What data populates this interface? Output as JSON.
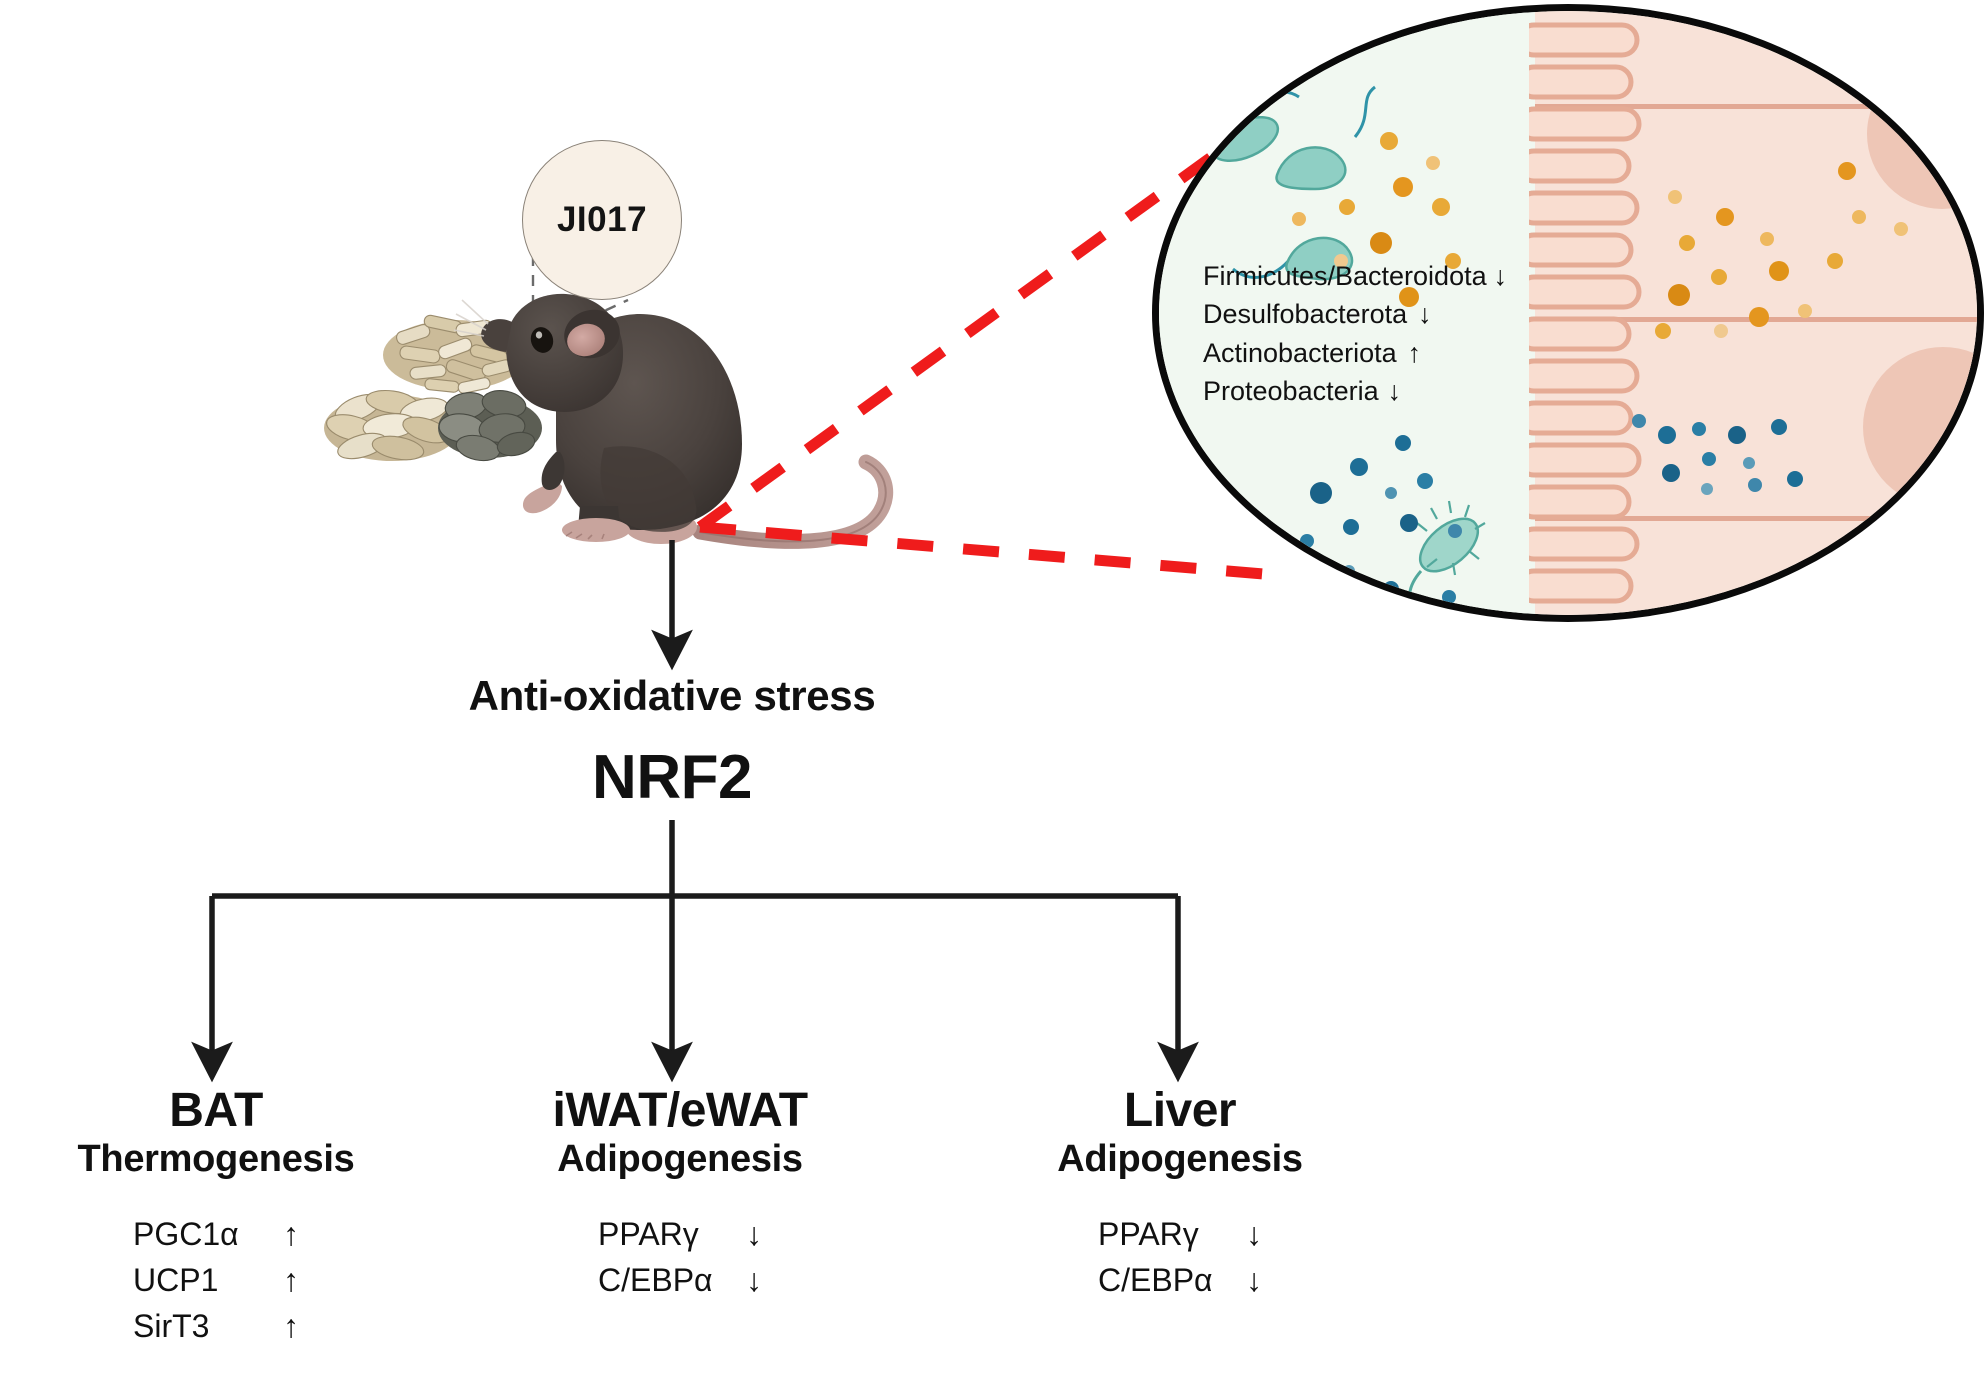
{
  "figure": {
    "type": "scientific-mechanism-diagram",
    "background": "#ffffff"
  },
  "callout": {
    "label": "JI017",
    "shape": "circle",
    "fill_color": "#f8f0e6",
    "border_color": "#8a8278",
    "connector": "dashed-gray-pointer-to-herb-pile"
  },
  "specimen": {
    "animal": "mouse",
    "herb_piles": 3,
    "herb_colors": [
      "#d8c9ab",
      "#e3d6bd",
      "#6d6e64"
    ]
  },
  "pathway": {
    "anti_oxidative_stress": "Anti-oxidative stress",
    "nrf2": "NRF2",
    "arrow_color": "#1b1b1b"
  },
  "organs": [
    {
      "id": "bat",
      "title": "BAT",
      "subtitle": "Thermogenesis",
      "genes": [
        {
          "name": "PGC1α",
          "direction": "↑"
        },
        {
          "name": "UCP1",
          "direction": "↑"
        },
        {
          "name": "SirT3",
          "direction": "↑"
        }
      ]
    },
    {
      "id": "wat",
      "title": "iWAT/eWAT",
      "subtitle": "Adipogenesis",
      "genes": [
        {
          "name": "PPARγ",
          "direction": "↓"
        },
        {
          "name": "C/EBPα",
          "direction": "↓"
        }
      ]
    },
    {
      "id": "liver",
      "title": "Liver",
      "subtitle": "Adipogenesis",
      "genes": [
        {
          "name": "PPARγ",
          "direction": "↓"
        },
        {
          "name": "C/EBPα",
          "direction": "↓"
        }
      ]
    }
  ],
  "gut": {
    "zoom_connector_color": "#ef1c1c",
    "lumen_color": "#f1f8f1",
    "tissue_color": "#f8e2d8",
    "villi_color": "#f6d9cc",
    "villi_outline": "#e5ab95",
    "outline_color": "#0a0a0a",
    "bacteria_color": "#8fcfc4",
    "orange_dot_color": "#e4951f",
    "blue_dot_color": "#1d6e96",
    "taxa": [
      {
        "name": "Firmicutes/Bacteroidota",
        "direction": "↓"
      },
      {
        "name": "Desulfobacterota",
        "direction": "↓"
      },
      {
        "name": "Actinobacteriota",
        "direction": "↑"
      },
      {
        "name": "Proteobacteria",
        "direction": "↓"
      }
    ]
  }
}
